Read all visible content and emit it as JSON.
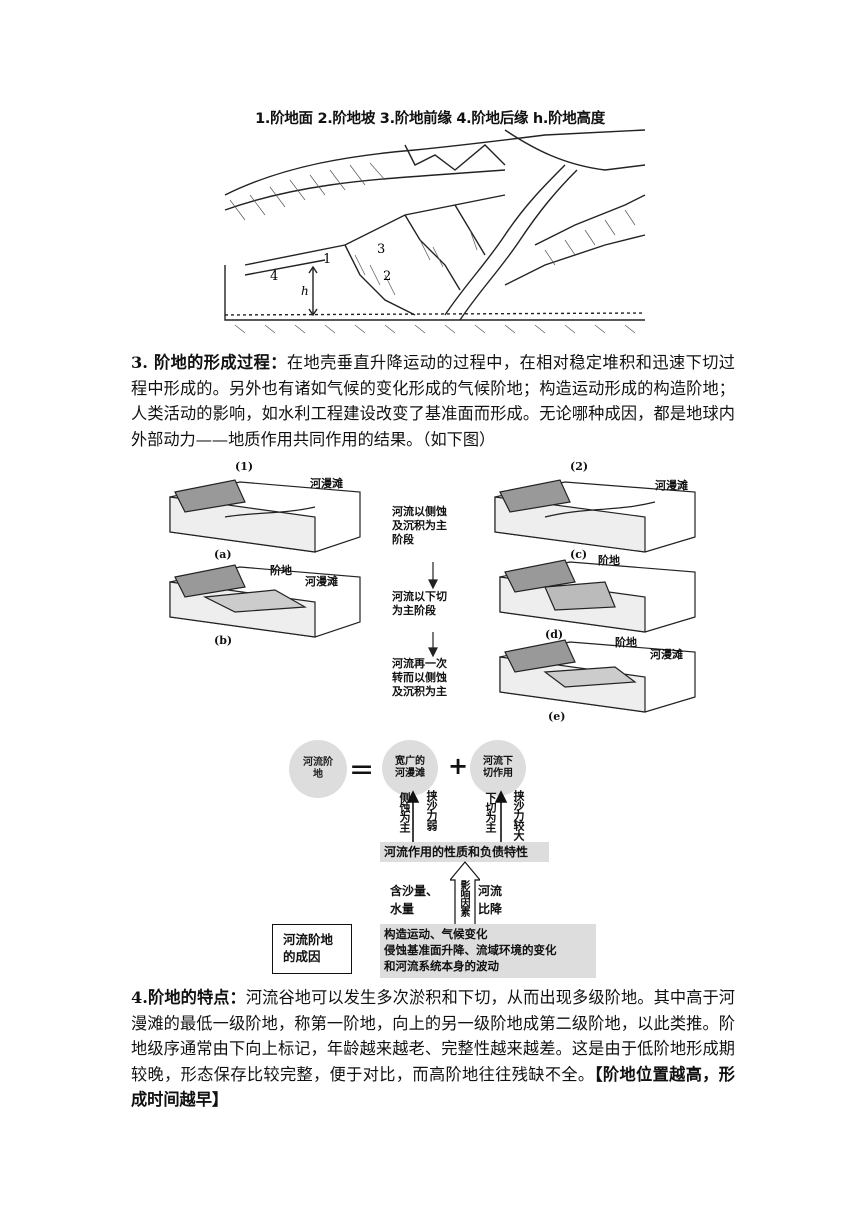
{
  "fig1": {
    "caption": "1.阶地面 2.阶地坡 3.阶地前缘 4.阶地后缘 h.阶地高度",
    "labels": [
      "1",
      "2",
      "3",
      "4",
      "h"
    ]
  },
  "section3": {
    "heading": "3. 阶地的形成过程：",
    "body": "在地壳垂直升降运动的过程中，在相对稳定堆积和迅速下切过程中形成的。另外也有诸如气候的变化形成的气候阶地；构造运动形成的构造阶地；人类活动的影响，如水利工程建设改变了基准面而形成。无论哪种成因，都是地球内外部动力——地质作用共同作用的结果。（如下图）"
  },
  "fig2": {
    "col1_title": "(1)",
    "col2_title": "(2)",
    "labels": {
      "a": "(a)",
      "b": "(b)",
      "c": "(c)",
      "d": "(d)",
      "e": "(e)",
      "floodplain": "河漫滩",
      "terrace": "阶地"
    },
    "steps": [
      "河流以侧蚀及沉积为主阶段",
      "河流以下切为主阶段",
      "河流再一次转而以侧蚀及沉积为主"
    ]
  },
  "fig3": {
    "terrace": "河流阶地",
    "equals": "=",
    "plus": "+",
    "wide_floodplain": "宽广的河漫滩",
    "downcut": "河流下切作用",
    "arrow1_left": "侧蚀为主",
    "arrow1_right": "挟沙力弱",
    "arrow2_left": "下切为主",
    "arrow2_right": "挟沙力较大",
    "nature": "河流作用的性质和负债特性",
    "influence": "影响因素",
    "left_factors": "含沙量、水量",
    "right_factors": "河流比降",
    "causes": [
      "构造运动、气候变化",
      "侵蚀基准面升降、流域环境的变化",
      "和河流系统本身的波动"
    ],
    "cause_label": "河流阶地的成因"
  },
  "section4": {
    "heading": "4.阶地的特点：",
    "body": "河流谷地可以发生多次淤积和下切，从而出现多级阶地。其中高于河漫滩的最低一级阶地，称第一阶地，向上的另一级阶地成第二级阶地，以此类推。阶地级序通常由下向上标记，年龄越来越老、完整性越来越差。这是由于低阶地形成期较晚，形态保存比较完整，便于对比，而高阶地往往残缺不全。",
    "bracket": "【阶地位置越高，形成时间越早】"
  }
}
